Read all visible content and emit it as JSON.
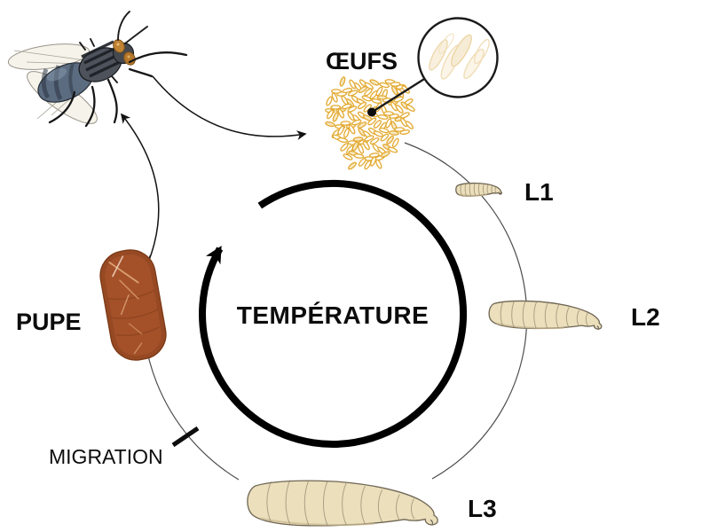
{
  "diagram": {
    "center_label": "TEMPÉRATURE",
    "transition_label": "MIGRATION",
    "stages": [
      {
        "name": "eggs",
        "label": "ŒUFS"
      },
      {
        "name": "larva-stage-1",
        "label": "L1"
      },
      {
        "name": "larva-stage-2",
        "label": "L2"
      },
      {
        "name": "larva-stage-3",
        "label": "L3"
      },
      {
        "name": "pupa",
        "label": "PUPE"
      },
      {
        "name": "adult-fly",
        "label": null
      }
    ],
    "colors": {
      "egg_outline": "#e3aa33",
      "egg_fill": "#fffdf7",
      "egg_fill_alt": "#f6e7c1",
      "magnified_egg_outline": "#eed9ad",
      "larva_body": "#ebdfbc",
      "pupa_body": "#a4512a",
      "line": "#000000"
    }
  }
}
